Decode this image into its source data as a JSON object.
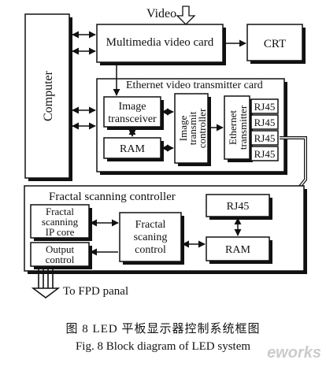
{
  "inputs": {
    "video": "Video"
  },
  "blocks": {
    "computer": "Computer",
    "multimedia_video_card": "Multimedia video card",
    "crt": "CRT",
    "ethernet_card_title": "Ethernet video transmitter card",
    "image_transceiver_line1": "Image",
    "image_transceiver_line2": "transceiver",
    "ram_top": "RAM",
    "image_transmit_controller": [
      "Image",
      "transmit",
      "controller"
    ],
    "ethernet_transmitter": [
      "Ethernet",
      "transmitter"
    ],
    "rj45_ports": [
      "RJ45",
      "RJ45",
      "RJ45",
      "RJ45"
    ],
    "fractal_controller_title": "Fractal scanning controller",
    "fractal_ip_core": [
      "Fractal",
      "scanning",
      "IP core"
    ],
    "fractal_scanning_control": [
      "Fractal",
      "scaning",
      "control"
    ],
    "output_control": [
      "Output",
      "control"
    ],
    "rj45_bottom": "RJ45",
    "ram_bottom": "RAM",
    "output_label": "To FPD panal"
  },
  "caption": {
    "zh": "图 8   LED 平板显示器控制系统框图",
    "en": "Fig. 8    Block diagram of LED system"
  },
  "watermark": "eworks",
  "colors": {
    "stroke": "#111111",
    "background": "#ffffff",
    "shadow": "#111111"
  }
}
